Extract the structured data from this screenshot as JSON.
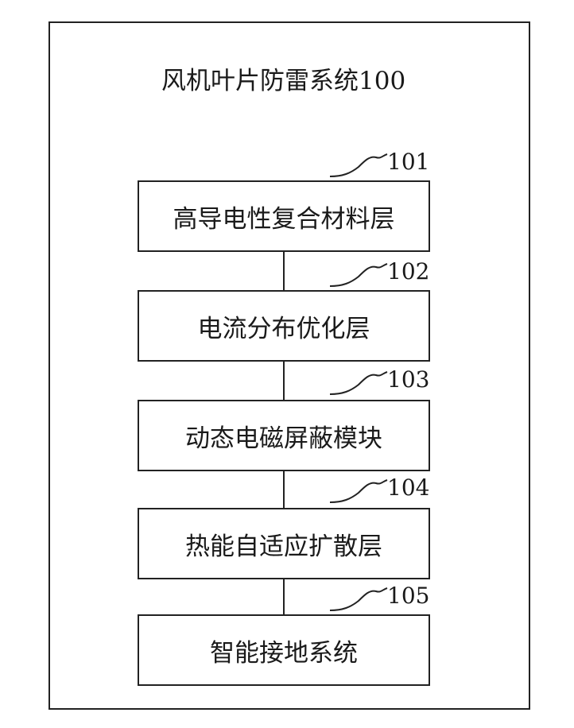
{
  "diagram": {
    "title": "风机叶片防雷系统100",
    "blocks": [
      {
        "ref": "101",
        "label": "高导电性复合材料层"
      },
      {
        "ref": "102",
        "label": "电流分布优化层"
      },
      {
        "ref": "103",
        "label": "动态电磁屏蔽模块"
      },
      {
        "ref": "104",
        "label": "热能自适应扩散层"
      },
      {
        "ref": "105",
        "label": "智能接地系统"
      }
    ]
  }
}
